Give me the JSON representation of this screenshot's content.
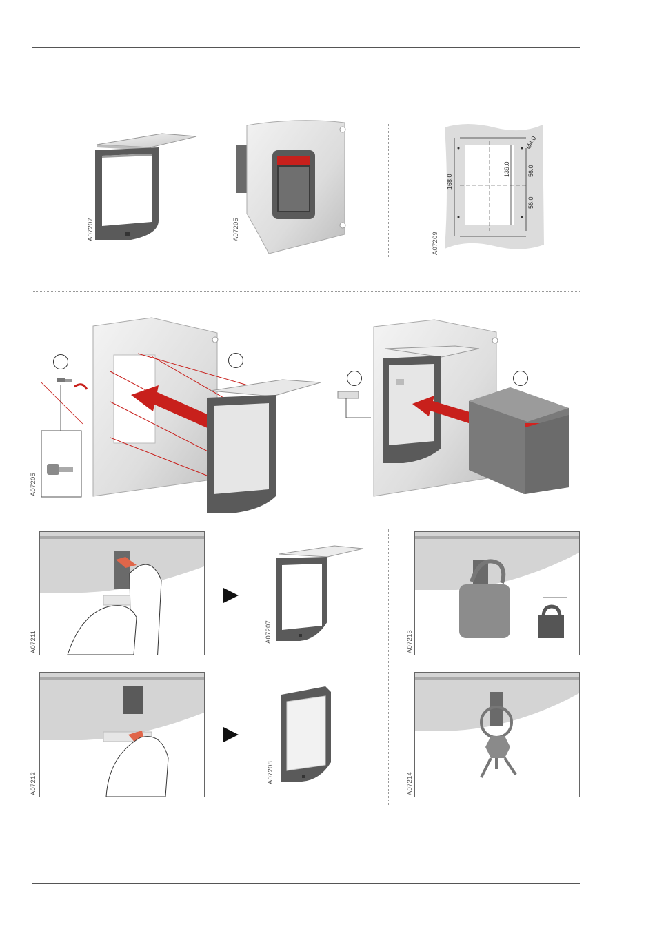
{
  "figure_codes": {
    "cover_top": "A07207",
    "cover_on_panel": "A07205",
    "cutout_drawing": "A07209",
    "mounting": "A07205",
    "unlock_latch": "A07211",
    "cover_open_result": "A07207",
    "lock_latch": "A07212",
    "cover_closed_result": "A07208",
    "padlock": "A07213",
    "key_ring": "A07214"
  },
  "cutout_dimensions": {
    "hole_diameter": "Ø4.0",
    "height_outer": "168.0",
    "height_inner": "139.0",
    "upper_half": "56.0",
    "lower_half": "56.0"
  },
  "colors": {
    "arrow_red": "#c8201c",
    "gray_dark": "#5a5a5a",
    "panel_gray": "#d9d9d9",
    "device_red": "#d2231f"
  }
}
